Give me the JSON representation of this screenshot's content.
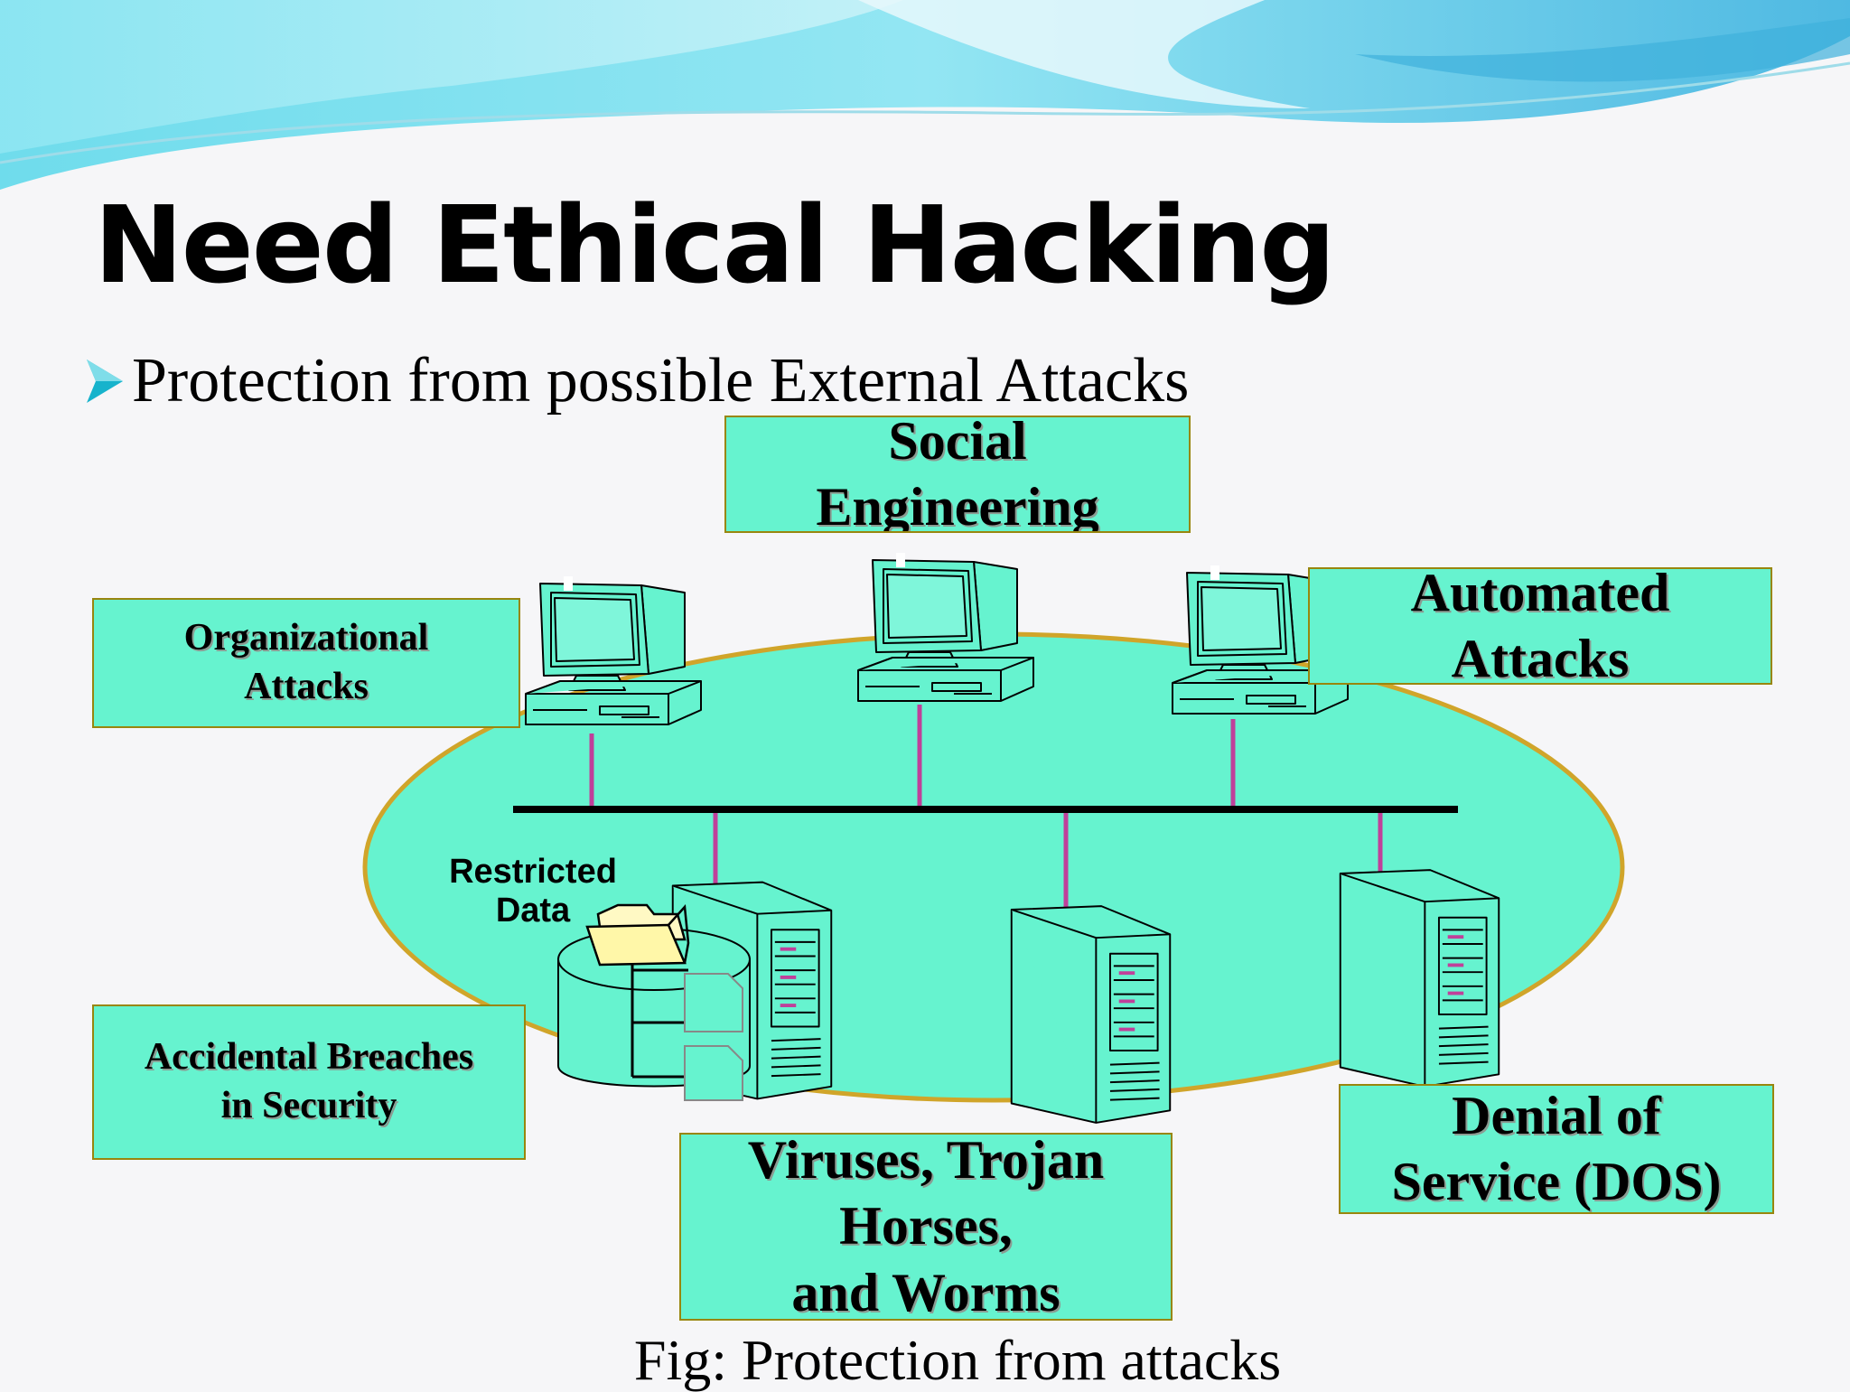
{
  "slide": {
    "title": "Need Ethical Hacking",
    "bullet": "Protection from possible External Attacks",
    "caption": "Fig: Protection from attacks"
  },
  "diagram": {
    "restricted_data": {
      "line1": "Restricted",
      "line2": "Data"
    },
    "threats": {
      "social": {
        "line1": "Social",
        "line2": "Engineering"
      },
      "organizational": {
        "line1": "Organizational",
        "line2": "Attacks"
      },
      "automated": {
        "line1": "Automated",
        "line2": "Attacks"
      },
      "accidental": {
        "line1": "Accidental Breaches",
        "line2": "in Security"
      },
      "viruses": {
        "line1": "Viruses, Trojan",
        "line2": "Horses,",
        "line3": "and Worms"
      },
      "dos": {
        "line1": "Denial of",
        "line2": "Service (DOS)"
      }
    }
  },
  "colors": {
    "box_fill": "#66f3cf",
    "box_border": "#98860e",
    "ellipse_fill": "#66f3cf",
    "ellipse_border": "#d0a52a",
    "network_line": "#000000",
    "drop_line": "#c0409a",
    "bullet_arrow": "#17b3cc"
  },
  "icons": {
    "bullet": "arrow-bullet-icon",
    "workstation": "desktop-computer-icon",
    "server": "server-tower-icon",
    "database": "database-icon",
    "folder": "folder-icon",
    "document": "document-icon"
  }
}
